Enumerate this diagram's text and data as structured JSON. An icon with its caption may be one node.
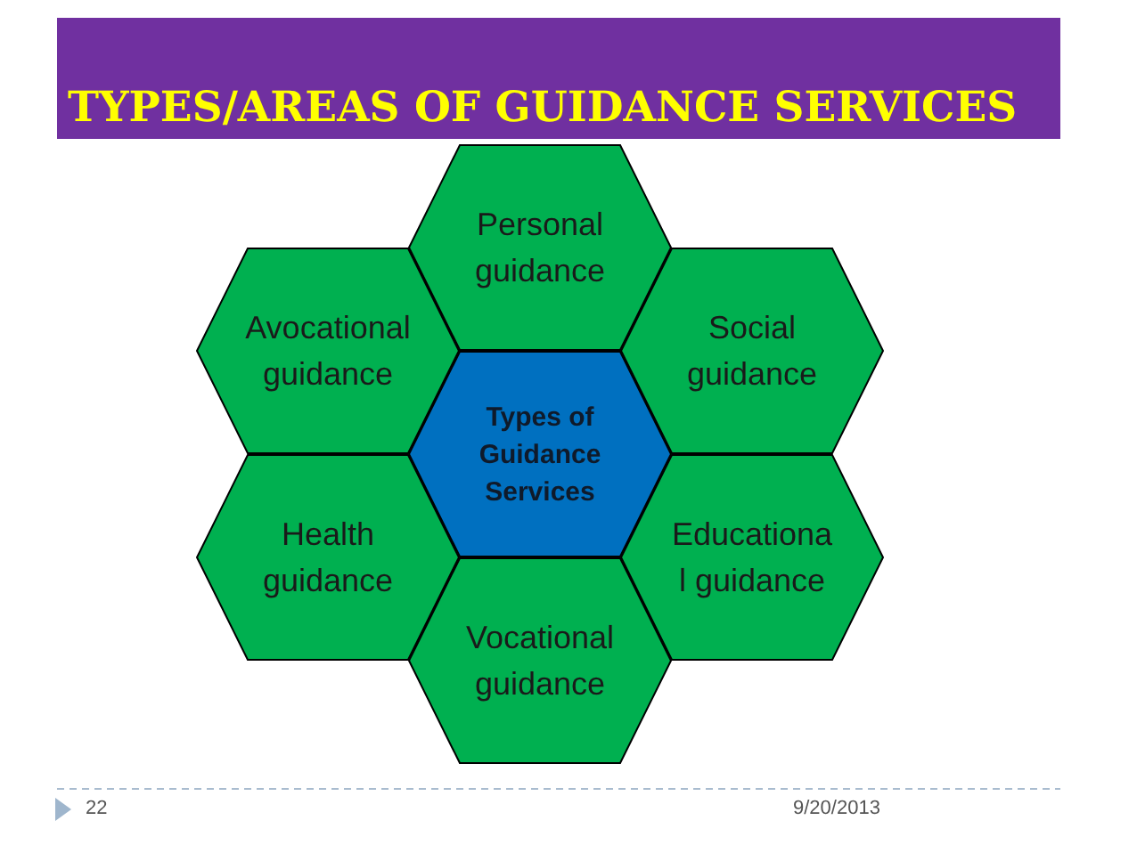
{
  "diagram": {
    "title": "TYPES/AREAS OF GUIDANCE SERVICES",
    "nodes": [
      {
        "text": [
          "Personal guidance"
        ]
      },
      {
        "text": [
          "Avocational guidance"
        ]
      },
      {
        "text": [
          "Social guidance"
        ]
      },
      {
        "text": [
          "Types of Guidance Services"
        ]
      },
      {
        "text": [
          "Health guidance"
        ]
      },
      {
        "text": [
          "Educationa l guidance"
        ]
      },
      {
        "text": [
          "Vocational guidance"
        ]
      }
    ],
    "labels": [
      "22",
      "9/20/2013"
    ]
  }
}
